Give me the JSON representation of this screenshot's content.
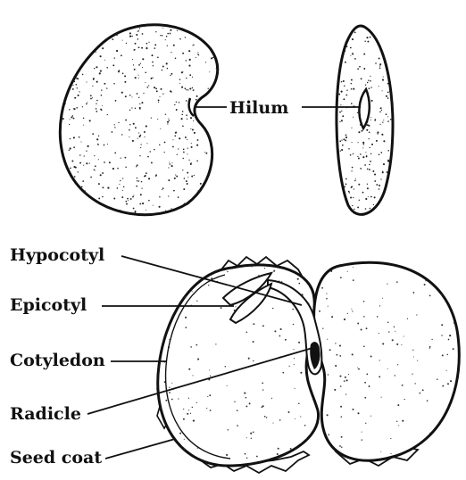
{
  "labels": {
    "hilum": "Hilum",
    "hypocotyl": "Hypocotyl",
    "epicotyl": "Epicotyl",
    "cotyledon": "Cotyledon",
    "radicle": "Radicle",
    "seed_coat": "Seed coat"
  },
  "colors": {
    "ink": "#111111",
    "background": "#ffffff"
  }
}
